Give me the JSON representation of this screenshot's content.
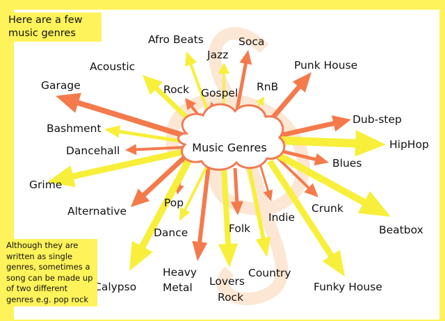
{
  "intro_note": "Here are a few music genres",
  "caveat_note": "Although they are written as single genres, sometimes a song can be made up of two different genres e.g. pop rock",
  "center": "Music  Genres",
  "colors": {
    "background": "#fef35a",
    "panel": "#ffffff",
    "yellow_arrow": "#f7ef3a",
    "orange_arrow": "#f47a4c",
    "cloud_outline": "#f07a55"
  },
  "genres": {
    "afro_beats": "Afro  Beats",
    "soca": "Soca",
    "jazz": "Jazz",
    "acoustic": "Acoustic",
    "garage": "Garage",
    "rock": "Rock",
    "gospel": "Gospel",
    "rnb": "RnB",
    "punk_house": "Punk  House",
    "dub_step": "Dub-step",
    "bashment": "Bashment",
    "dancehall": "Dancehall",
    "hiphop": "HipHop",
    "blues": "Blues",
    "grime": "Grime",
    "alternative": "Alternative",
    "pop": "Pop",
    "crunk": "Crunk",
    "indie": "Indie",
    "beatbox": "Beatbox",
    "folk": "Folk",
    "dance": "Dance",
    "heavy_metal_1": "Heavy",
    "heavy_metal_2": "Metal",
    "country": "Country",
    "lovers_rock_1": "Lovers",
    "lovers_rock_2": "Rock",
    "calypso": "Calypso",
    "funky_house": "Funky  House"
  }
}
